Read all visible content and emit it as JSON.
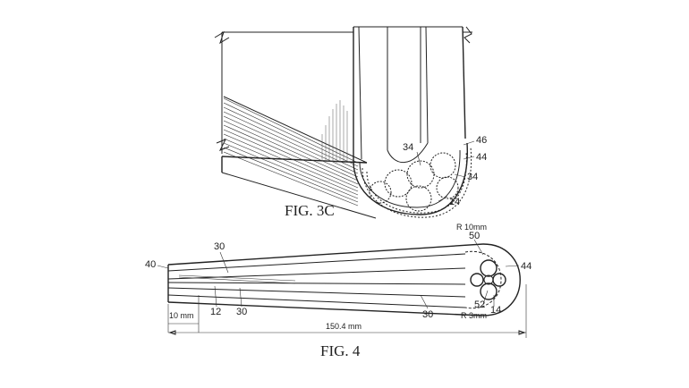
{
  "fig3c": {
    "caption": "FIG. 3C",
    "labels": {
      "l34_inner": "34",
      "l46": "46",
      "l44": "44",
      "l34_right": "34",
      "l14": "14"
    }
  },
  "fig4": {
    "caption": "FIG. 4",
    "labels": {
      "l40": "40",
      "l30_top": "30",
      "l12": "12",
      "l30_mid": "30",
      "l30_bottom": "30",
      "l50": "50",
      "l44": "44",
      "l52": "52",
      "l14": "14"
    },
    "dimensions": {
      "r_outer": "R 10mm",
      "r_inner": "R 3mm",
      "left_offset": "10 mm",
      "total_length": "150.4 mm"
    }
  }
}
